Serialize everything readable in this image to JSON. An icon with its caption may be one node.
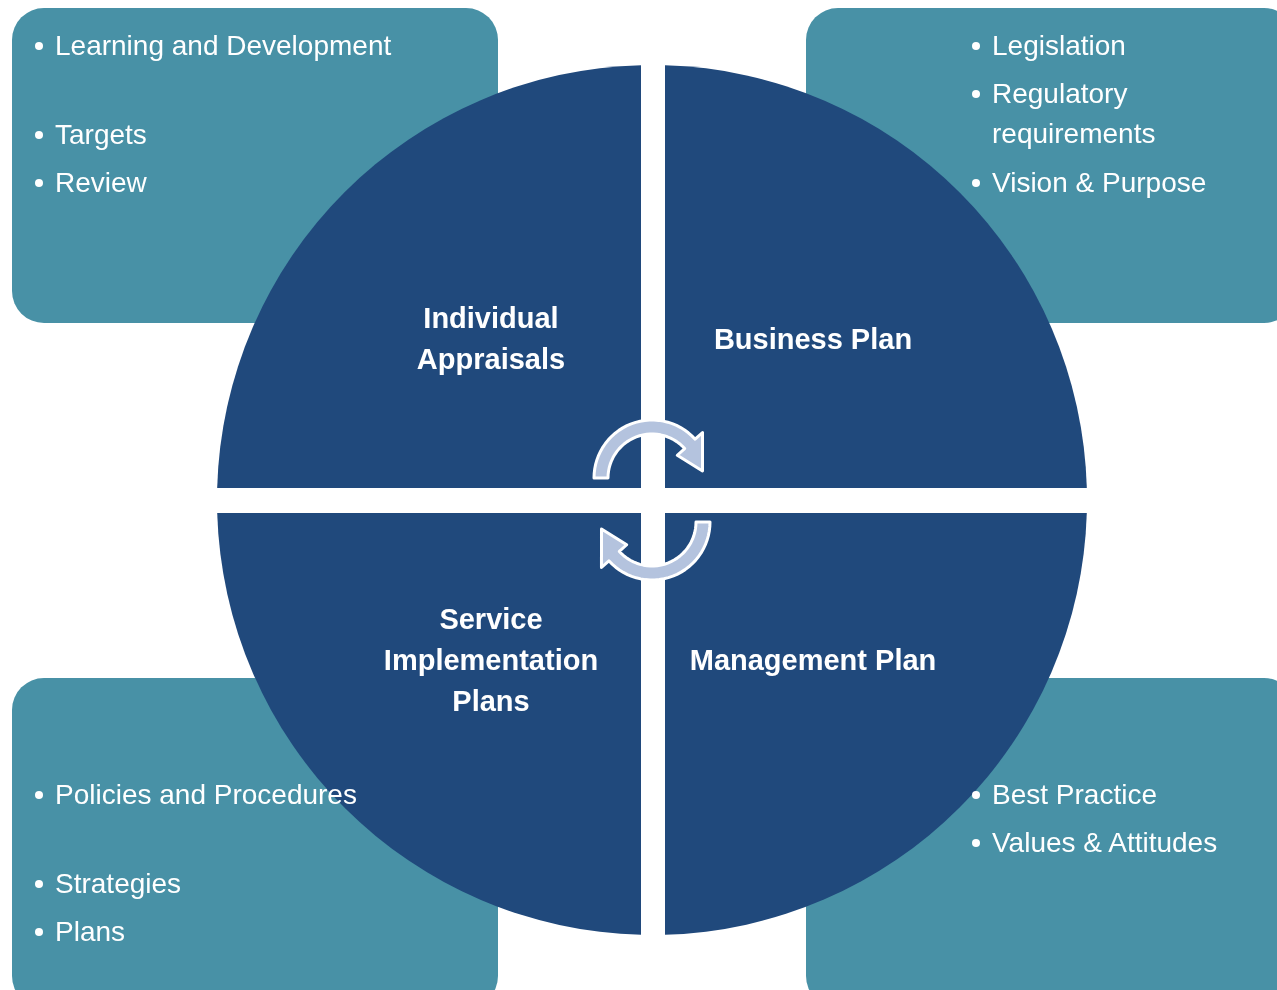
{
  "diagram": {
    "nodes": [
      {
        "text": [
          "Learning and Development",
          "Targets",
          "Review"
        ]
      },
      {
        "text": [
          "Legislation",
          "Regulatory requirements",
          "Vision & Purpose"
        ]
      },
      {
        "text": [
          "Individual Appraisals"
        ]
      },
      {
        "text": [
          "Business Plan"
        ]
      },
      {
        "text": [
          "Service Implementation Plans"
        ]
      },
      {
        "text": [
          "Management Plan"
        ]
      },
      {
        "text": [
          "Policies and Procedures",
          "Strategies",
          "Plans"
        ]
      },
      {
        "text": [
          "Best Practice",
          "Values & Attitudes"
        ]
      }
    ]
  }
}
